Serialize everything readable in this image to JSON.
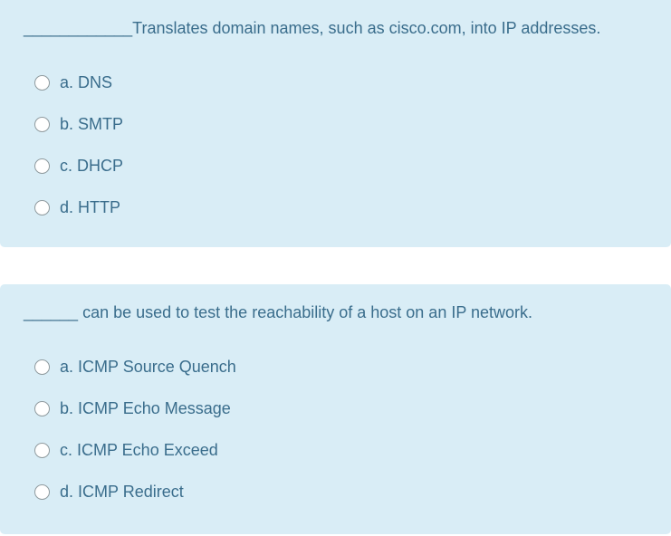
{
  "theme": {
    "page_background": "#ffffff",
    "card_background": "#d9edf6",
    "text_color": "#3a6d8c",
    "radio_border_color": "#8f9a9e",
    "radio_fill": "#ffffff"
  },
  "questions": [
    {
      "text": "____________Translates domain names, such as cisco.com, into IP addresses.",
      "options": [
        "a. DNS",
        "b. SMTP",
        "c. DHCP",
        "d. HTTP"
      ]
    },
    {
      "text": "______ can be used to test the reachability of a host on an IP network.",
      "options": [
        "a. ICMP Source Quench",
        "b. ICMP Echo Message",
        "c. ICMP Echo Exceed",
        "d. ICMP Redirect"
      ]
    }
  ]
}
